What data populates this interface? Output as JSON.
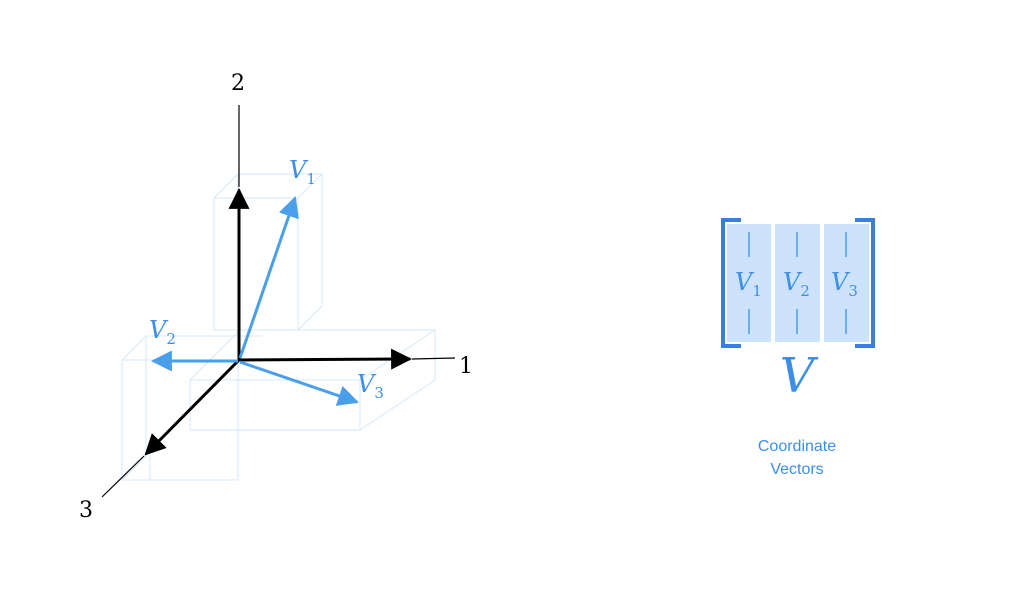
{
  "colors": {
    "axis": "#000000",
    "vector": "#4a9fea",
    "label": "#3d8ee6",
    "guide": "#cfe3f7",
    "matrix_fill": "#cde3fb",
    "matrix_bracket": "#3a7fdc",
    "caption": "#3d8ee6"
  },
  "axes": {
    "x_label": "1",
    "y_label": "2",
    "z_label": "3"
  },
  "vectors": [
    {
      "symbol": "V",
      "subscript": "1"
    },
    {
      "symbol": "V",
      "subscript": "2"
    },
    {
      "symbol": "V",
      "subscript": "3"
    }
  ],
  "matrix": {
    "name": "V",
    "columns": [
      {
        "symbol": "V",
        "subscript": "1"
      },
      {
        "symbol": "V",
        "subscript": "2"
      },
      {
        "symbol": "V",
        "subscript": "3"
      }
    ],
    "caption_line1": "Coordinate",
    "caption_line2": "Vectors"
  }
}
